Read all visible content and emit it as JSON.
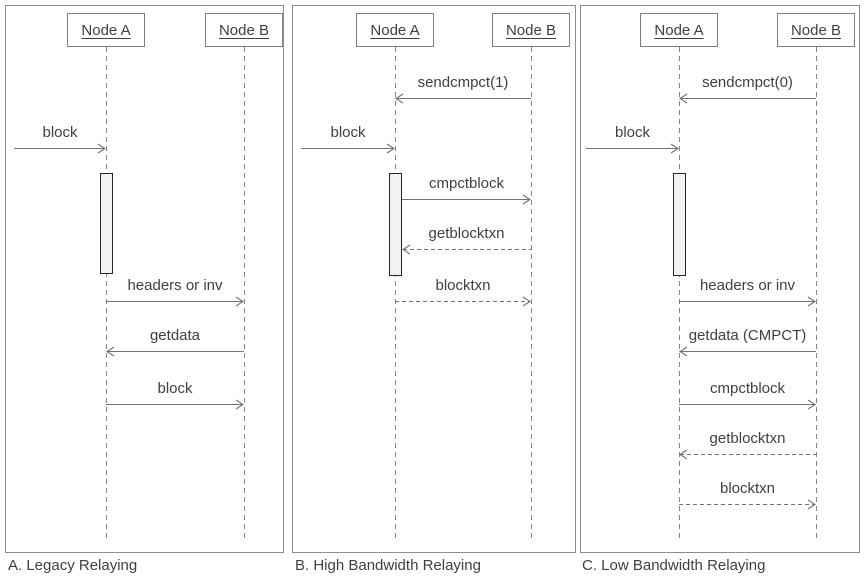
{
  "colors": {
    "background": "#ffffff",
    "panel_border": "#8c8c8c",
    "box_border": "#7f7f7f",
    "lifeline": "#858585",
    "line": "#737373",
    "text": "#404040",
    "activation_fill": "#f2f2f2",
    "activation_border": "#262626"
  },
  "panels": [
    {
      "caption": "A. Legacy Relaying",
      "nodes": [
        {
          "label": "Node A"
        },
        {
          "label": "Node B"
        }
      ],
      "messages": [
        {
          "label": "block",
          "from": "external",
          "to": "Node A",
          "line": "solid"
        },
        {
          "label": "headers or inv",
          "from": "Node A",
          "to": "Node B",
          "line": "solid"
        },
        {
          "label": "getdata",
          "from": "Node B",
          "to": "Node A",
          "line": "solid"
        },
        {
          "label": "block",
          "from": "Node A",
          "to": "Node B",
          "line": "solid"
        }
      ]
    },
    {
      "caption": "B. High Bandwidth Relaying",
      "nodes": [
        {
          "label": "Node A"
        },
        {
          "label": "Node B"
        }
      ],
      "messages": [
        {
          "label": "sendcmpct(1)",
          "from": "Node B",
          "to": "Node A",
          "line": "solid"
        },
        {
          "label": "block",
          "from": "external",
          "to": "Node A",
          "line": "solid"
        },
        {
          "label": "cmpctblock",
          "from": "Node A",
          "to": "Node B",
          "line": "solid"
        },
        {
          "label": "getblocktxn",
          "from": "Node B",
          "to": "Node A",
          "line": "dashed"
        },
        {
          "label": "blocktxn",
          "from": "Node A",
          "to": "Node B",
          "line": "dashed"
        }
      ]
    },
    {
      "caption": "C. Low Bandwidth Relaying",
      "nodes": [
        {
          "label": "Node A"
        },
        {
          "label": "Node B"
        }
      ],
      "messages": [
        {
          "label": "sendcmpct(0)",
          "from": "Node B",
          "to": "Node A",
          "line": "solid"
        },
        {
          "label": "block",
          "from": "external",
          "to": "Node A",
          "line": "solid"
        },
        {
          "label": "headers or inv",
          "from": "Node A",
          "to": "Node B",
          "line": "solid"
        },
        {
          "label": "getdata (CMPCT)",
          "from": "Node B",
          "to": "Node A",
          "line": "solid"
        },
        {
          "label": "cmpctblock",
          "from": "Node A",
          "to": "Node B",
          "line": "solid"
        },
        {
          "label": "getblocktxn",
          "from": "Node B",
          "to": "Node A",
          "line": "dashed"
        },
        {
          "label": "blocktxn",
          "from": "Node A",
          "to": "Node B",
          "line": "dashed"
        }
      ]
    }
  ]
}
